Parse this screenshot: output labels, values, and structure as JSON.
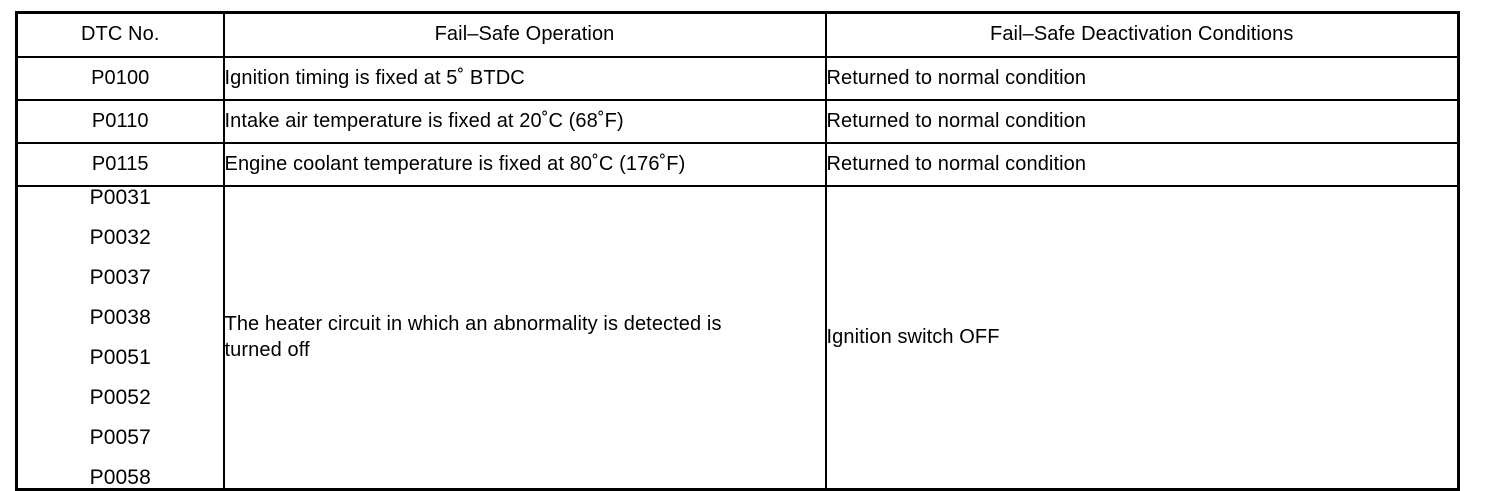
{
  "table": {
    "name": "fail-safe-dtc-table",
    "headers": [
      "DTC No.",
      "Fail–Safe Operation",
      "Fail–Safe Deactivation Conditions"
    ],
    "rows": [
      {
        "dtc": "P0100",
        "operation": "Ignition timing is fixed at 5˚ BTDC",
        "deactivation": "Returned to normal condition"
      },
      {
        "dtc": "P0110",
        "operation": "Intake air temperature is fixed at 20˚C (68˚F)",
        "deactivation": "Returned to normal condition"
      },
      {
        "dtc": "P0115",
        "operation": "Engine coolant temperature is fixed at 80˚C (176˚F)",
        "deactivation": "Returned to normal condition"
      }
    ],
    "grouped_row": {
      "dtc_codes": [
        "P0031",
        "P0032",
        "P0037",
        "P0038",
        "P0051",
        "P0052",
        "P0057",
        "P0058"
      ],
      "operation_line1": "The heater circuit in which an abnormality is detected is",
      "operation_line2": "turned off",
      "deactivation": "Ignition switch OFF"
    }
  },
  "colors": {
    "ink": "#000000",
    "paper": "#ffffff"
  }
}
